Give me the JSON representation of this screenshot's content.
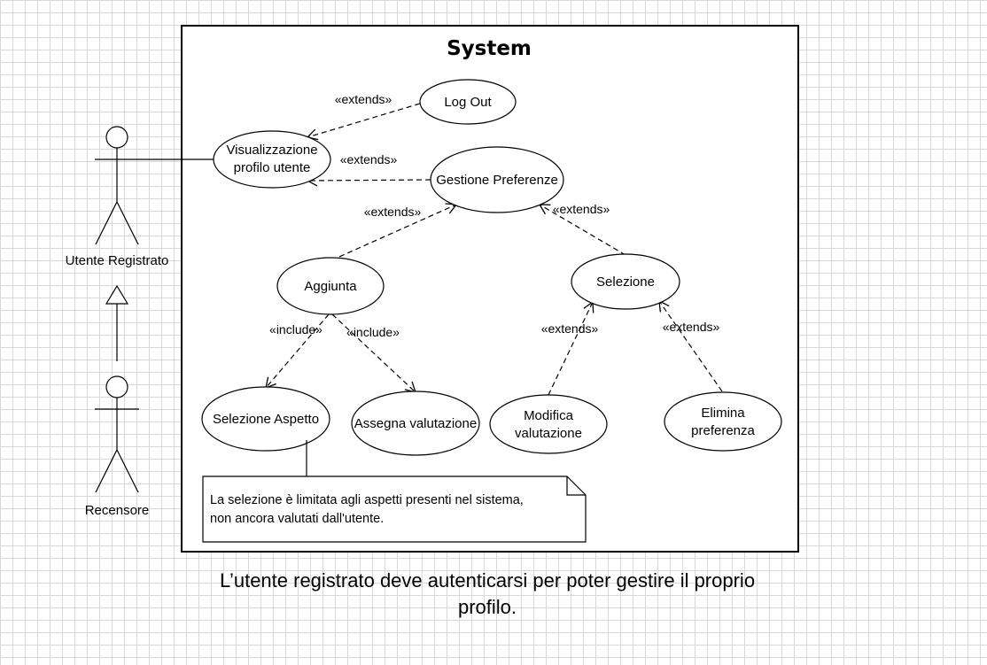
{
  "system": {
    "title": "System"
  },
  "actors": {
    "registered_user": "Utente Registrato",
    "reviewer": "Recensore"
  },
  "use_cases": {
    "view_profile": [
      "Visualizzazione",
      "profilo utente"
    ],
    "log_out": "Log Out",
    "manage_preferences": "Gestione Preferenze",
    "add": "Aggiunta",
    "select": "Selezione",
    "select_aspect": "Selezione Aspetto",
    "assign_rating": "Assegna valutazione",
    "edit_rating": [
      "Modifica",
      "valutazione"
    ],
    "delete_preference": [
      "Elimina",
      "preferenza"
    ]
  },
  "stereotypes": {
    "extends": "«extends»",
    "include": "«include»"
  },
  "note": {
    "lines": [
      "La selezione è limitata agli aspetti presenti nel sistema,",
      "non ancora valutati dall'utente."
    ]
  },
  "caption": {
    "lines": [
      "L’utente registrato deve autenticarsi per poter gestire il proprio",
      "profilo."
    ]
  }
}
